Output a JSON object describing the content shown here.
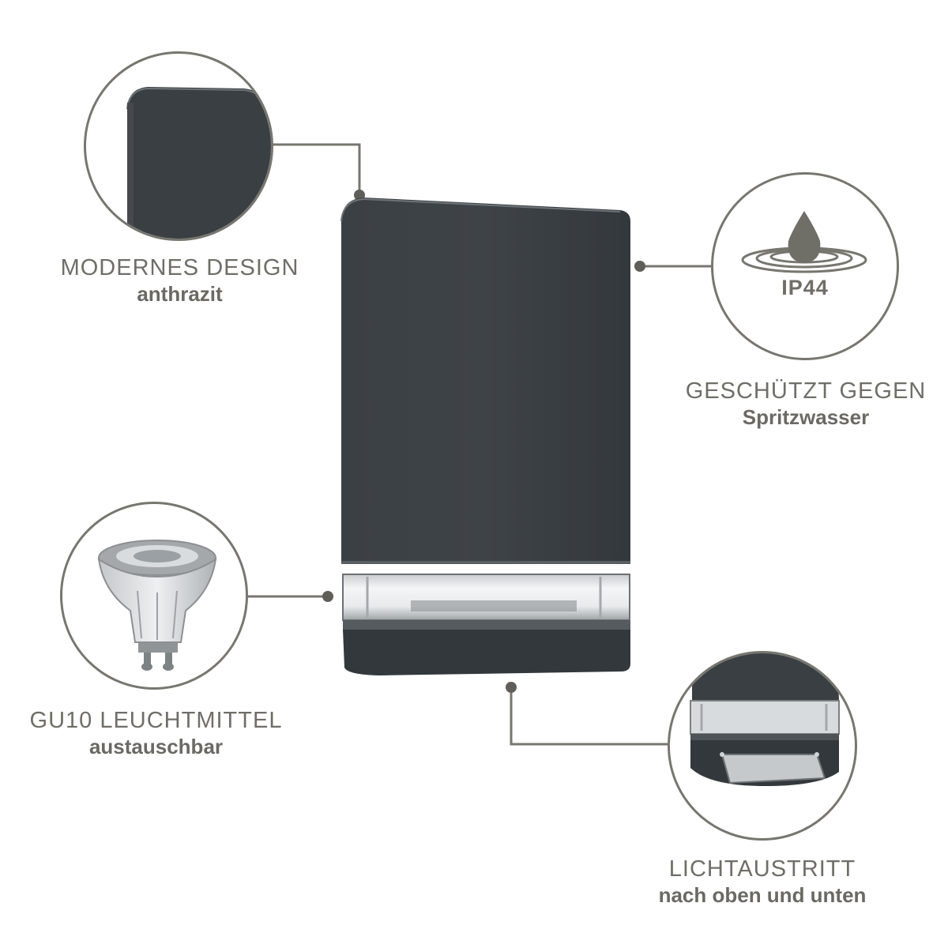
{
  "features": {
    "design": {
      "title": "MODERNES DESIGN",
      "subtitle": "anthrazit"
    },
    "ip": {
      "badge": "IP44",
      "title": "GESCHÜTZT GEGEN",
      "subtitle": "Spritzwasser"
    },
    "bulb": {
      "title": "GU10 LEUCHTMITTEL",
      "subtitle": "austauschbar"
    },
    "light": {
      "title": "LICHTAUSTRITT",
      "subtitle": "nach oben und unten"
    }
  },
  "icons": {
    "design": "lamp-corner-closeup",
    "ip": "water-drop-icon",
    "bulb": "gu10-bulb",
    "light": "lamp-bottom-closeup"
  },
  "colors": {
    "anthracite": "#3a3f43",
    "line": "#77766f",
    "text": "#6f6e67"
  }
}
